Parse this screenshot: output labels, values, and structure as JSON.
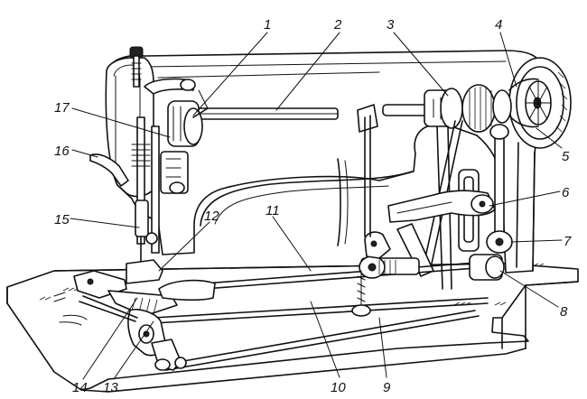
{
  "figure": {
    "callouts": [
      {
        "id": "c1",
        "text": "1"
      },
      {
        "id": "c2",
        "text": "2"
      },
      {
        "id": "c3",
        "text": "3"
      },
      {
        "id": "c4",
        "text": "4"
      },
      {
        "id": "c5",
        "text": "5"
      },
      {
        "id": "c6",
        "text": "6"
      },
      {
        "id": "c7",
        "text": "7"
      },
      {
        "id": "c8",
        "text": "8"
      },
      {
        "id": "c9",
        "text": "9"
      },
      {
        "id": "c10",
        "text": "10"
      },
      {
        "id": "c11",
        "text": "11"
      },
      {
        "id": "c12",
        "text": "12"
      },
      {
        "id": "c13",
        "text": "13"
      },
      {
        "id": "c14",
        "text": "14"
      },
      {
        "id": "c15",
        "text": "15"
      },
      {
        "id": "c16",
        "text": "16"
      },
      {
        "id": "c17",
        "text": "17"
      }
    ]
  }
}
